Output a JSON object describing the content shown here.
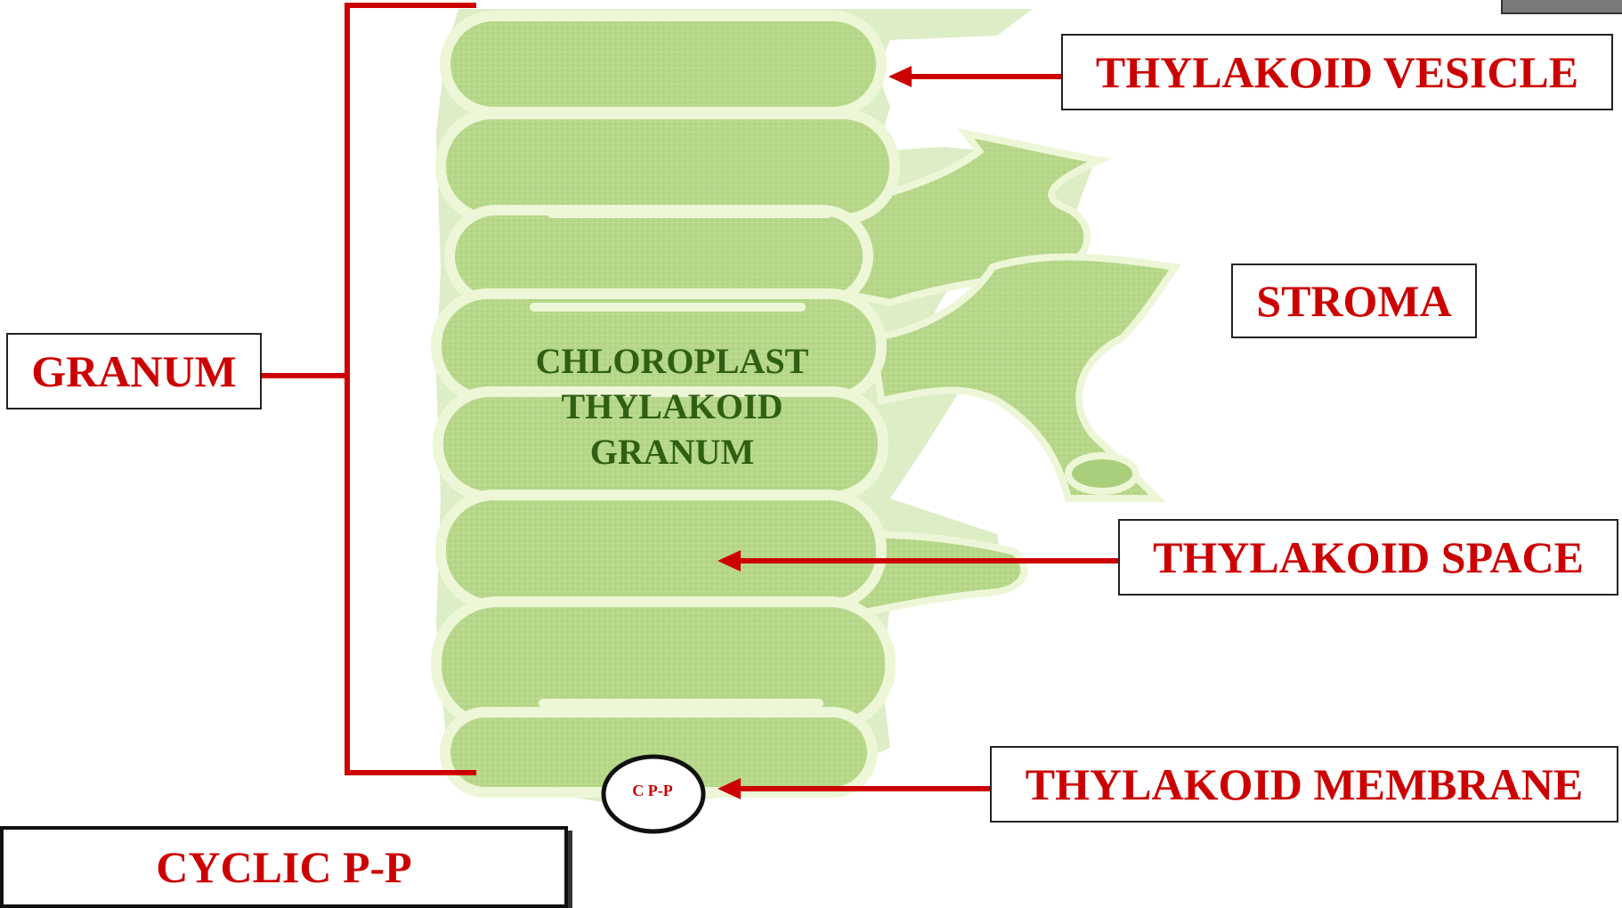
{
  "colors": {
    "label_red": "#cc0000",
    "arrow_red": "#cc0000",
    "center_text_green": "#2f5f12",
    "membrane_light": "#eaf3cf",
    "lumen_green": "#b9d98c",
    "cpp_text": "#cc0000"
  },
  "labels": {
    "thylakoid_vesicle": "THYLAKOID VESICLE",
    "stroma": "STROMA",
    "granum": "GRANUM",
    "thylakoid_space": "THYLAKOID SPACE",
    "thylakoid_membrane": "THYLAKOID MEMBRANE"
  },
  "center_text": {
    "line1": "CHLOROPLAST",
    "line2": "THYLAKOID",
    "line3": "GRANUM"
  },
  "badge": {
    "text": "C P-P"
  },
  "footer": {
    "title": "CYCLIC P-P"
  }
}
